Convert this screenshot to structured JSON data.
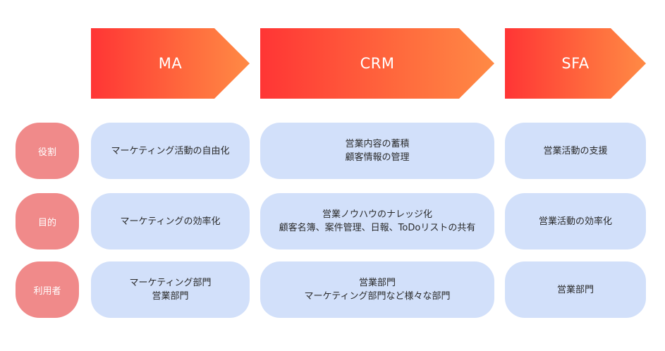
{
  "columns": [
    {
      "label": "MA"
    },
    {
      "label": "CRM"
    },
    {
      "label": "SFA"
    }
  ],
  "rows": [
    {
      "label": "役割",
      "cells": [
        [
          "マーケティング活動の自由化"
        ],
        [
          "営業内容の蓄積",
          "顧客情報の管理"
        ],
        [
          "営業活動の支援"
        ]
      ]
    },
    {
      "label": "目的",
      "cells": [
        [
          "マーケティングの効率化"
        ],
        [
          "営業ノウハウのナレッジ化",
          "顧客名簿、案件管理、日報、ToDoリストの共有"
        ],
        [
          "営業活動の効率化"
        ]
      ]
    },
    {
      "label": "利用者",
      "cells": [
        [
          "マーケティング部門",
          "営業部門"
        ],
        [
          "営業部門",
          "マーケティング部門など様々な部門"
        ],
        [
          "営業部門"
        ]
      ]
    }
  ],
  "colors": {
    "arrow_start": "#ff3535",
    "arrow_end": "#ff8a45",
    "row_label_bg": "#f08a8a",
    "cell_bg": "#d2e0fa"
  }
}
